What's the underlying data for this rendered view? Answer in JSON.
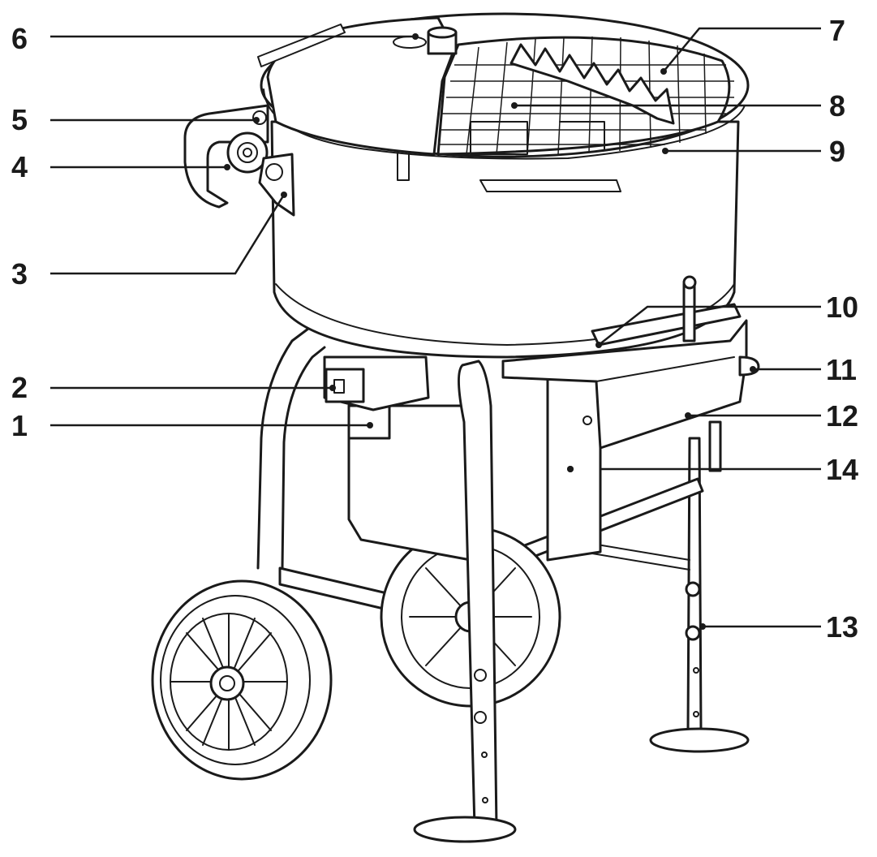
{
  "diagram": {
    "callouts": [
      {
        "id": "1",
        "label": "1"
      },
      {
        "id": "2",
        "label": "2"
      },
      {
        "id": "3",
        "label": "3"
      },
      {
        "id": "4",
        "label": "4"
      },
      {
        "id": "5",
        "label": "5"
      },
      {
        "id": "6",
        "label": "6"
      },
      {
        "id": "7",
        "label": "7"
      },
      {
        "id": "8",
        "label": "8"
      },
      {
        "id": "9",
        "label": "9"
      },
      {
        "id": "10",
        "label": "10"
      },
      {
        "id": "11",
        "label": "11"
      },
      {
        "id": "12",
        "label": "12"
      },
      {
        "id": "13",
        "label": "13"
      },
      {
        "id": "14",
        "label": "14"
      }
    ],
    "line_color": "#1a1a1a",
    "background": "#ffffff"
  }
}
